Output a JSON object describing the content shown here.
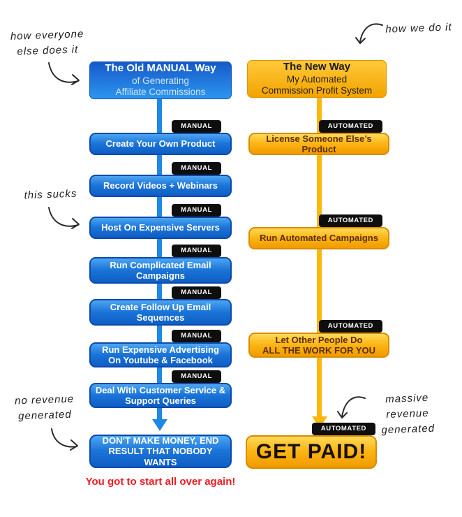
{
  "annotations": {
    "top_left": {
      "line1": "how everyone",
      "line2": "else does it"
    },
    "top_right": {
      "line1": "how we do it"
    },
    "mid_left": {
      "line1": "this sucks"
    },
    "bottom_left": {
      "line1": "no revenue",
      "line2": "generated"
    },
    "bottom_right": {
      "line1": "massive revenue",
      "line2": "generated"
    }
  },
  "left_column": {
    "tag": "MANUAL",
    "header": {
      "line1": "The Old MANUAL Way",
      "line2": "of Generating",
      "line3": "Affiliate Commissions"
    },
    "steps": [
      {
        "label": "Create Your Own Product"
      },
      {
        "label": "Record Videos + Webinars"
      },
      {
        "label": "Host On Expensive Servers"
      },
      {
        "label": "Run Complicated Email Campaigns"
      },
      {
        "label": "Create Follow Up Email Sequences"
      },
      {
        "label": "Run Expensive Advertising On Youtube & Facebook"
      },
      {
        "label": "Deal With Customer Service & Support Queries"
      }
    ],
    "result": {
      "line1": "DON’T MAKE MONEY, END",
      "line2": "RESULT THAT NOBODY WANTS"
    },
    "footnote": "You got to start all over again!"
  },
  "right_column": {
    "tag": "AUTOMATED",
    "header": {
      "line1": "The New Way",
      "line2": "My Automated",
      "line3": "Commission Profit System"
    },
    "steps": [
      {
        "label": "License Someone Else’s Product"
      },
      {
        "label": "Run Automated Campaigns"
      },
      {
        "line1": "Let Other People Do",
        "line2": "ALL THE WORK FOR YOU"
      }
    ],
    "result": {
      "label": "GET PAID!"
    }
  },
  "colors": {
    "blue_accent": "#1e88e5",
    "gold_accent": "#fcb70a",
    "tag_bg": "#0e0e0e",
    "alert_red": "#ed1c24"
  }
}
